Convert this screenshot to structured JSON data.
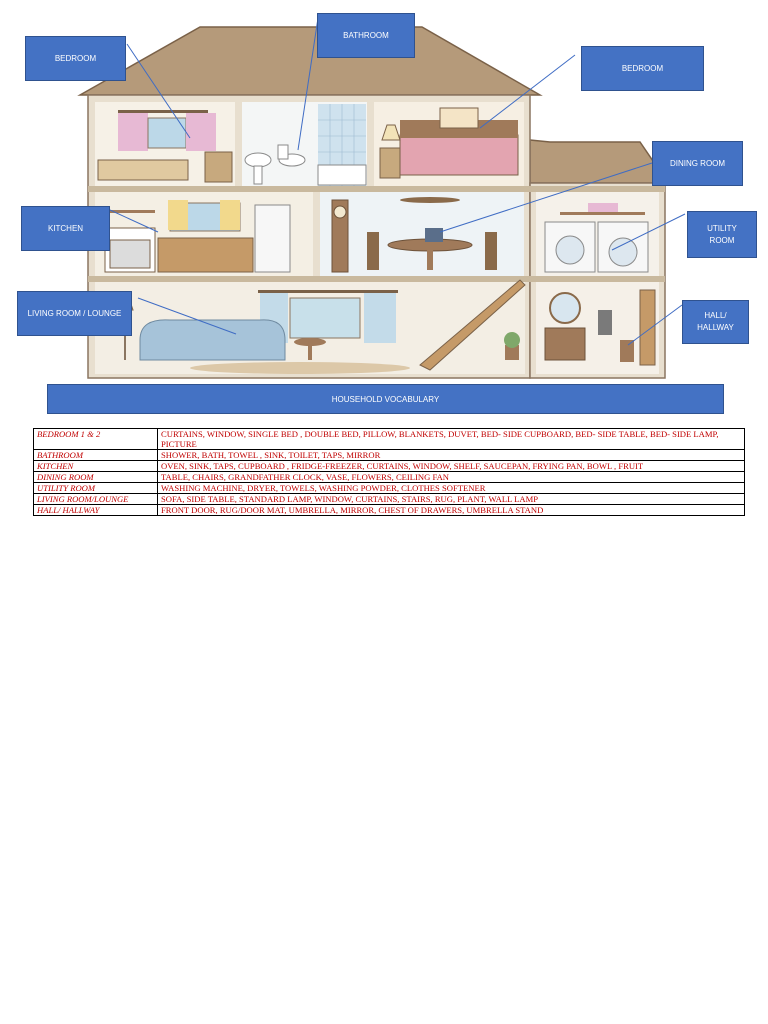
{
  "labels": {
    "bedroom_left": "BEDROOM",
    "bathroom": "BATHROOM",
    "bedroom_right": "BEDROOM",
    "dining_room": "DINING ROOM",
    "kitchen": "KITCHEN",
    "utility_room": "UTILITY\nROOM",
    "living_room": "LIVING ROOM / LOUNGE",
    "hall": "HALL/\nHALLWAY"
  },
  "title": "HOUSEHOLD VOCABULARY",
  "vocabulary": [
    {
      "room": "BEDROOM 1 & 2",
      "words": "CURTAINS, WINDOW, SINGLE BED , DOUBLE BED, PILLOW, BLANKETS, DUVET, BED- SIDE CUPBOARD, BED- SIDE TABLE, BED- SIDE LAMP, PICTURE"
    },
    {
      "room": "BATHROOM",
      "words": "SHOWER, BATH, TOWEL , SINK, TOILET, TAPS, MIRROR"
    },
    {
      "room": "KITCHEN",
      "words": "OVEN, SINK, TAPS, CUPBOARD , FRIDGE-FREEZER, CURTAINS, WINDOW, SHELF, SAUCEPAN, FRYING PAN, BOWL , FRUIT"
    },
    {
      "room": "DINING ROOM",
      "words": "TABLE, CHAIRS, GRANDFATHER CLOCK, VASE, FLOWERS, CEILING FAN"
    },
    {
      "room": "UTILITY ROOM",
      "words": "WASHING MACHINE, DRYER, TOWELS, WASHING POWDER, CLOTHES SOFTENER"
    },
    {
      "room": "LIVING ROOM/LOUNGE",
      "words": "SOFA, SIDE TABLE, STANDARD LAMP, WINDOW, CURTAINS, STAIRS, RUG, PLANT, WALL LAMP"
    },
    {
      "room": "HALL/ HALLWAY",
      "words": "FRONT DOOR, RUG/DOOR MAT, UMBRELLA, MIRROR, CHEST OF DRAWERS, UMBRELLA STAND"
    }
  ],
  "colors": {
    "label_fill": "#4472c4",
    "table_text": "#c00000",
    "roof": "#b59a7a",
    "wall": "#f2ede2"
  }
}
